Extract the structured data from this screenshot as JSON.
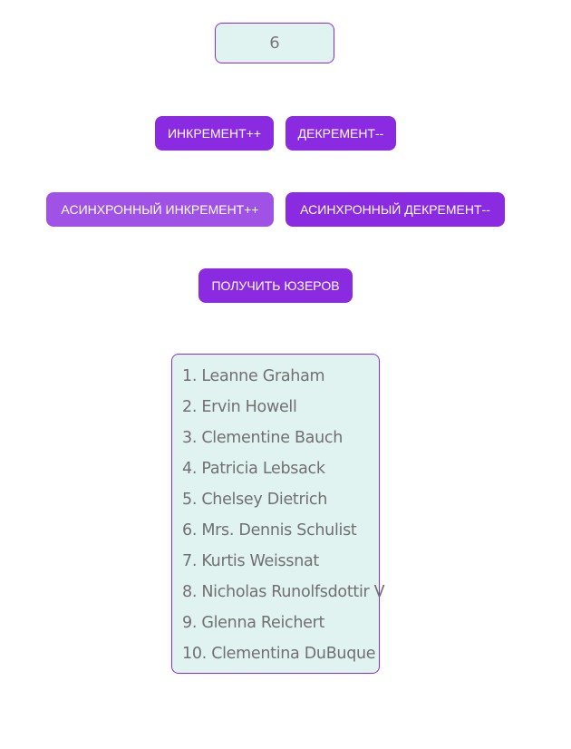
{
  "counter": {
    "value": "6"
  },
  "buttons": {
    "increment": "ИНКРЕМЕНТ++",
    "decrement": "ДЕКРЕМЕНТ--",
    "async_increment": "АСИНХРОННЫЙ ИНКРЕМЕНТ++",
    "async_decrement": "АСИНХРОННЫЙ ДЕКРЕМЕНТ--",
    "get_users": "ПОЛУЧИТЬ ЮЗЕРОВ"
  },
  "users": [
    "1. Leanne Graham",
    "2. Ervin Howell",
    "3. Clementine Bauch",
    "4. Patricia Lebsack",
    "5. Chelsey Dietrich",
    "6. Mrs. Dennis Schulist",
    "7. Kurtis Weissnat",
    "8. Nicholas Runolfsdottir V",
    "9. Glenna Reichert",
    "10. Clementina DuBuque"
  ],
  "colors": {
    "accent": "#8a2be2",
    "accent_hover": "#a052e6",
    "panel_bg": "#e1f3f1",
    "text": "#707070"
  }
}
